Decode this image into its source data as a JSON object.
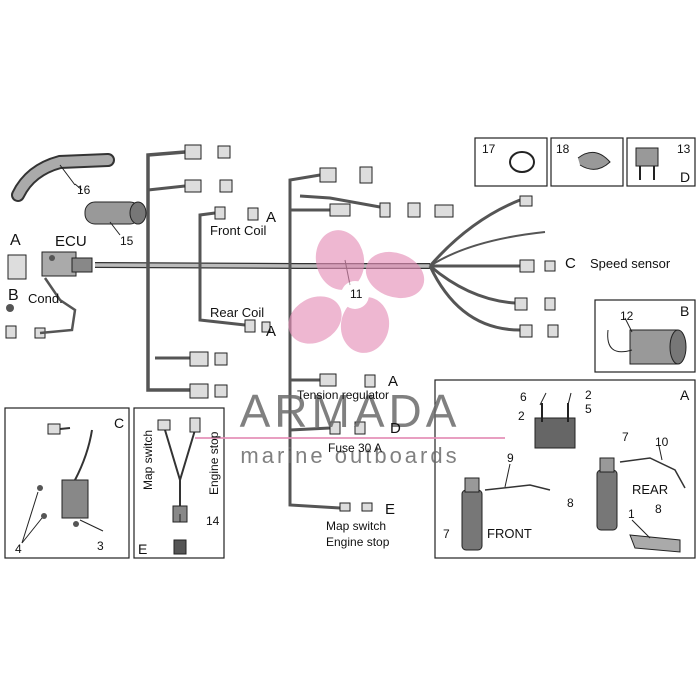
{
  "colors": {
    "line": "#222222",
    "part_fill": "#9a9a9a",
    "part_dark": "#555555",
    "watermark_text": "#6b6b6b",
    "watermark_pink": "#e48fb7",
    "watermark_line": "#e48fb7"
  },
  "labels": {
    "ecu": "ECU",
    "cond": "Cond.",
    "front_coil": "Front Coil",
    "rear_coil": "Rear Coil",
    "speed_sensor": "Speed sensor",
    "tension_regulator": "Tension regulator",
    "fuse": "Fuse 30 A",
    "map_switch": "Map switch",
    "engine_stop": "Engine stop",
    "map_switch_engine_stop_line1": "Map switch",
    "map_switch_engine_stop_line2": "Engine stop",
    "front": "FRONT",
    "rear": "REAR"
  },
  "letters": {
    "a": "A",
    "b": "B",
    "c": "C",
    "d": "D",
    "e": "E"
  },
  "numbers": {
    "n1": "1",
    "n2": "2",
    "n3": "3",
    "n4": "4",
    "n5": "5",
    "n6": "6",
    "n7": "7",
    "n8": "8",
    "n9": "9",
    "n10": "10",
    "n11": "11",
    "n12": "12",
    "n13": "13",
    "n14": "14",
    "n15": "15",
    "n16": "16",
    "n17": "17",
    "n18": "18"
  },
  "watermark": {
    "brand": "ARMADA",
    "tagline": "marine outboards"
  }
}
